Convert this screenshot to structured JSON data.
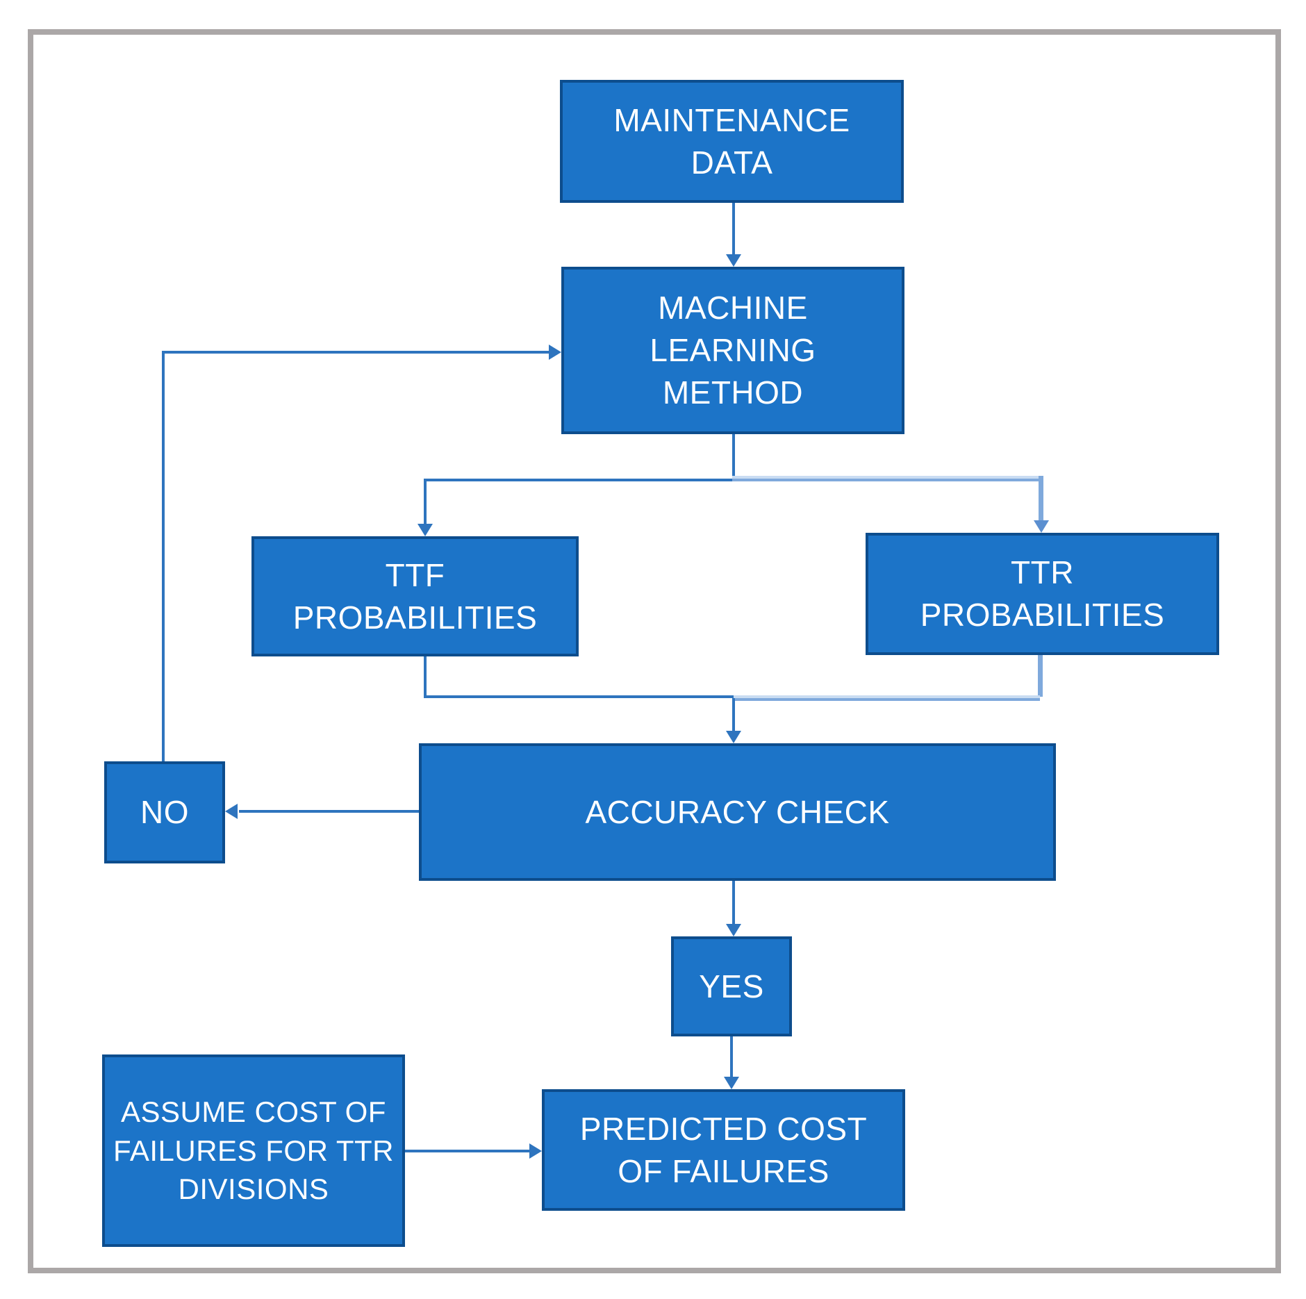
{
  "diagram": {
    "name": "maintenance-machine-learning-flowchart",
    "colors": {
      "node_fill": "#1c74c8",
      "node_border": "#0d4d8d",
      "node_text": "#ffffff",
      "connector": "#2e74be",
      "connector_light": "#7fa9dc",
      "connector_lighter": "#c9dcf2",
      "frame": "#aba7a7",
      "background": "#ffffff"
    },
    "nodes": [
      {
        "id": "maintenance-data",
        "label": "MAINTENANCE\nDATA"
      },
      {
        "id": "machine-learning-method",
        "label": "MACHINE\nLEARNING\nMETHOD"
      },
      {
        "id": "ttf-probabilities",
        "label": "TTF\nPROBABILITIES"
      },
      {
        "id": "ttr-probabilities",
        "label": "TTR\nPROBABILITIES"
      },
      {
        "id": "accuracy-check",
        "label": "ACCURACY CHECK"
      },
      {
        "id": "no",
        "label": "NO"
      },
      {
        "id": "yes",
        "label": "YES"
      },
      {
        "id": "assume-cost",
        "label": "ASSUME COST OF\nFAILURES FOR TTR\nDIVISIONS"
      },
      {
        "id": "predicted-cost",
        "label": "PREDICTED COST\nOF FAILURES"
      }
    ],
    "edges": [
      {
        "from": "maintenance-data",
        "to": "machine-learning-method",
        "style": "solid"
      },
      {
        "from": "machine-learning-method",
        "to": "ttf-probabilities",
        "style": "solid"
      },
      {
        "from": "machine-learning-method",
        "to": "ttr-probabilities",
        "style": "light"
      },
      {
        "from": "ttf-probabilities",
        "to": "accuracy-check",
        "style": "solid"
      },
      {
        "from": "ttr-probabilities",
        "to": "accuracy-check",
        "style": "light"
      },
      {
        "from": "accuracy-check",
        "to": "no",
        "style": "solid"
      },
      {
        "from": "no",
        "to": "machine-learning-method",
        "style": "solid"
      },
      {
        "from": "accuracy-check",
        "to": "yes",
        "style": "solid"
      },
      {
        "from": "yes",
        "to": "predicted-cost",
        "style": "solid"
      },
      {
        "from": "assume-cost",
        "to": "predicted-cost",
        "style": "solid"
      }
    ]
  }
}
